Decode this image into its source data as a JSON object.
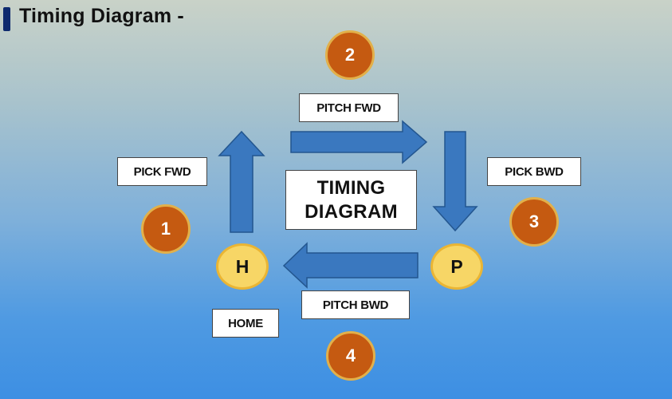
{
  "header": {
    "title": "Timing Diagram -"
  },
  "diagram": {
    "center": {
      "line1": "TIMING",
      "line2": "DIAGRAM"
    },
    "labels": {
      "pitch_fwd": "PITCH FWD",
      "pick_fwd": "PICK FWD",
      "pick_bwd": "PICK BWD",
      "pitch_bwd": "PITCH BWD",
      "home": "HOME"
    },
    "steps": [
      "1",
      "2",
      "3",
      "4"
    ],
    "nodes": {
      "home": "H",
      "position": "P"
    }
  },
  "colors": {
    "arrow_fill": "#3a78bf",
    "arrow_stroke": "#23568f",
    "step_badge": "#c55a11",
    "node_fill": "#f7d666",
    "title_accent": "#0e2a6e"
  }
}
